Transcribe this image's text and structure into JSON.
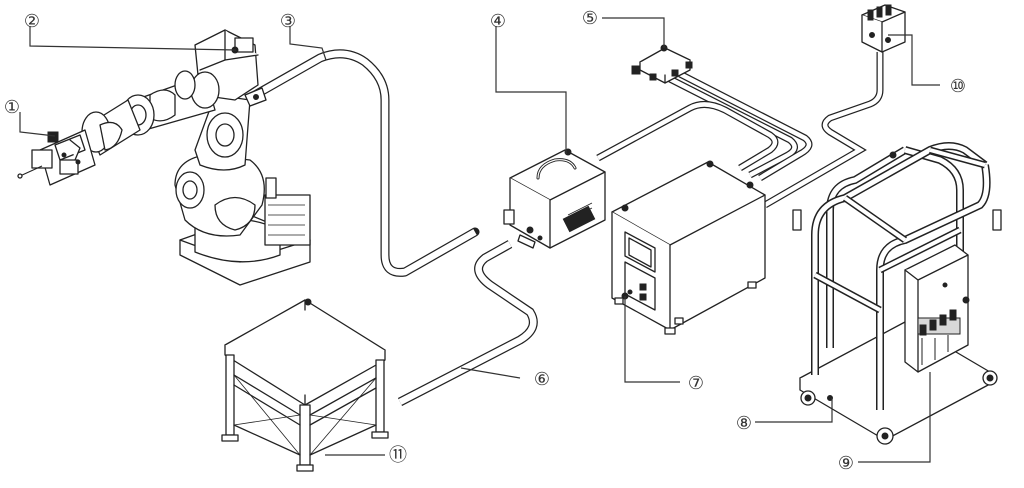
{
  "callouts": [
    {
      "id": "1",
      "label": "①"
    },
    {
      "id": "2",
      "label": "②"
    },
    {
      "id": "3",
      "label": "③"
    },
    {
      "id": "4",
      "label": "④"
    },
    {
      "id": "5",
      "label": "⑤"
    },
    {
      "id": "6",
      "label": "⑥"
    },
    {
      "id": "7",
      "label": "⑦"
    },
    {
      "id": "8",
      "label": "⑧"
    },
    {
      "id": "9",
      "label": "⑨"
    },
    {
      "id": "10",
      "label": "⑩"
    },
    {
      "id": "11",
      "label": "⑪"
    }
  ]
}
